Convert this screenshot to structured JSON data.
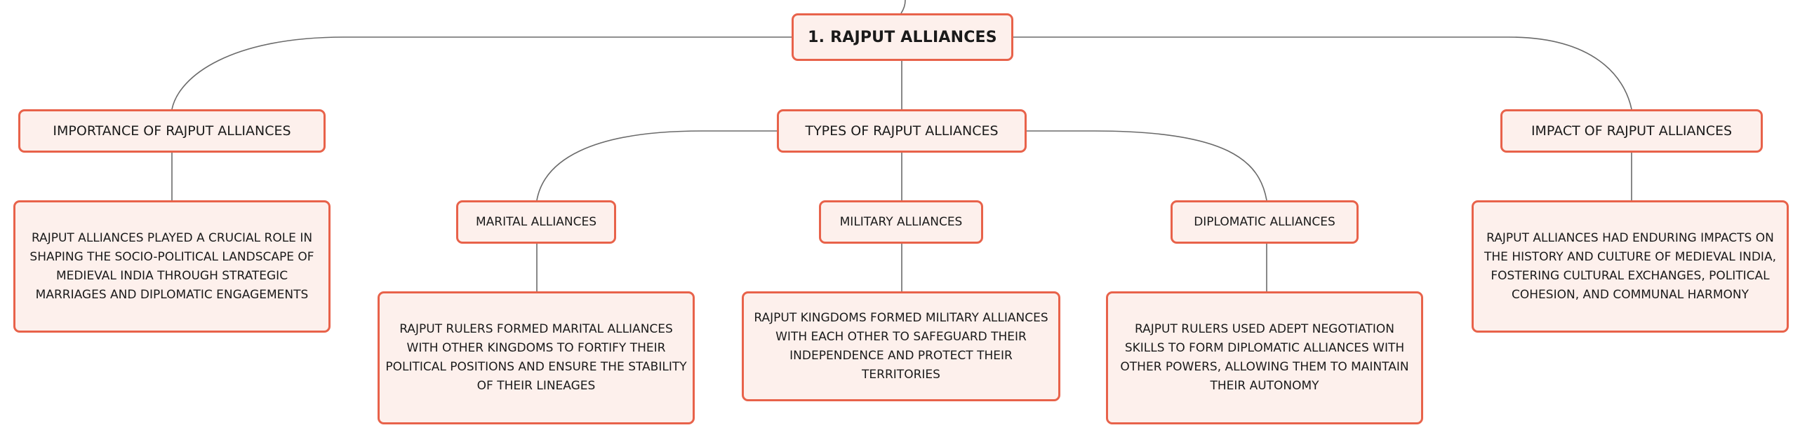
{
  "mindmap": {
    "root": {
      "label": "1. RAJPUT ALLIANCES"
    },
    "importance": {
      "label": "IMPORTANCE OF RAJPUT ALLIANCES",
      "description": "RAJPUT ALLIANCES PLAYED A CRUCIAL ROLE IN SHAPING THE SOCIO-POLITICAL LANDSCAPE OF MEDIEVAL INDIA THROUGH STRATEGIC MARRIAGES AND DIPLOMATIC ENGAGEMENTS"
    },
    "types": {
      "label": "TYPES OF RAJPUT ALLIANCES",
      "children": [
        {
          "label": "MARITAL ALLIANCES",
          "description": "RAJPUT RULERS FORMED MARITAL ALLIANCES WITH OTHER KINGDOMS TO FORTIFY THEIR POLITICAL POSITIONS AND ENSURE THE STABILITY OF THEIR LINEAGES"
        },
        {
          "label": "MILITARY ALLIANCES",
          "description": "RAJPUT KINGDOMS FORMED MILITARY ALLIANCES WITH EACH OTHER TO SAFEGUARD THEIR INDEPENDENCE AND PROTECT THEIR TERRITORIES"
        },
        {
          "label": "DIPLOMATIC ALLIANCES",
          "description": "RAJPUT RULERS USED ADEPT NEGOTIATION SKILLS TO FORM DIPLOMATIC ALLIANCES WITH OTHER POWERS, ALLOWING THEM TO MAINTAIN THEIR AUTONOMY"
        }
      ]
    },
    "impact": {
      "label": "IMPACT OF RAJPUT ALLIANCES",
      "description": "RAJPUT ALLIANCES HAD ENDURING IMPACTS ON THE HISTORY AND CULTURE OF MEDIEVAL INDIA, FOSTERING CULTURAL EXCHANGES, POLITICAL COHESION, AND COMMUNAL HARMONY"
    }
  },
  "colors": {
    "node_fill": "#fdf0ec",
    "node_border": "#e8624a",
    "connector": "#6a6a6a",
    "text": "#1a1a1a"
  }
}
